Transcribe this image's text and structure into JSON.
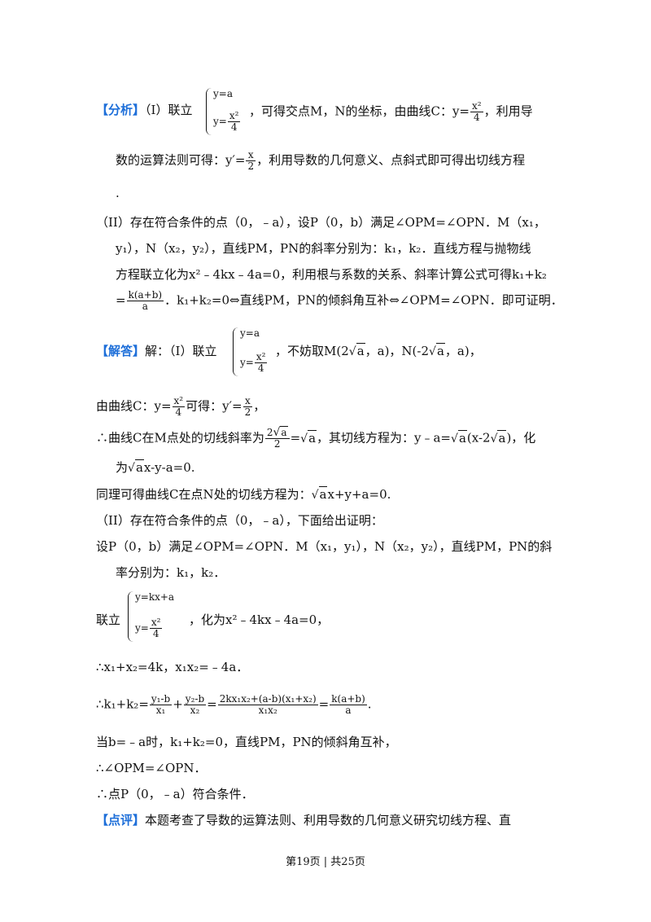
{
  "analysis": {
    "tag": "【分析】",
    "p1_a": "（I）联立",
    "sys_line1": "y=a",
    "sys_line2_pre": "y=",
    "x2": "x²",
    "four": "4",
    "p1_b": "，可得交点M，N的坐标，由曲线C：y=",
    "p1_c": "，利用导",
    "p2_a": "数的运算法则可得：y′=",
    "x": "x",
    "two": "2",
    "p2_b": "，利用导数的几何意义、点斜式即可得出切线方程",
    "p3": ".",
    "p4": "（II）存在符合条件的点（0，﹣a），设P（0，b）满足∠OPM=∠OPN．M（x₁，",
    "p5": "y₁），N（x₂，y₂），直线PM，PN的斜率分别为：k₁，k₂．直线方程与抛物线",
    "p6": "方程联立化为x²﹣4kx﹣4a=0，利用根与系数的关系、斜率计算公式可得k₁+k₂",
    "p7_pre": "=",
    "k_num": "k(a+b)",
    "a_den": "a",
    "p7_b": "．k₁+k₂=0⇔直线PM，PN的倾斜角互补⇔∠OPM=∠OPN．即可证明．"
  },
  "solution": {
    "tag": "【解答】",
    "s1_a": "解：（I）联立",
    "s1_b": "，不妨取M(2",
    "s1_c": "，a)，N(-2",
    "s1_d": "，a)，",
    "a": "a",
    "s2_a": "由曲线C：y=",
    "s2_b": "可得：y′=",
    "s2_c": "，",
    "s3_a": "∴曲线C在M点处的切线斜率为",
    "two_root": "2",
    "s3_b": "=",
    "s3_c": "，其切线方程为：y﹣a=",
    "s3_d": "(x-2",
    "s3_e": ")，化",
    "s4_a": "为",
    "s4_b": "x-y-a=0.",
    "s5_a": "同理可得曲线C在点N处的切线方程为：",
    "s5_b": "x+y+a=0.",
    "s6": "（II）存在符合条件的点（0，﹣a），下面给出证明：",
    "s7": "设P（0，b）满足∠OPM=∠OPN．M（x₁，y₁），N（x₂，y₂），直线PM，PN的斜",
    "s8": "率分别为：k₁，k₂．",
    "s9_a": "联立",
    "sys3_line1": "y=kx+a",
    "s9_b": "，化为x²﹣4kx﹣4a=0，",
    "s10": "∴x₁+x₂=4k，x₁x₂=﹣4a．",
    "s11_a": "∴k₁+k₂=",
    "f1_num": "y₁-b",
    "f1_den": "x₁",
    "plus": "+",
    "f2_num": "y₂-b",
    "f2_den": "x₂",
    "eq": "=",
    "f3_num": "2kx₁x₂+(a-b)(x₁+x₂)",
    "f3_den": "x₁x₂",
    "dot": ".",
    "s12": "当b=﹣a时，k₁+k₂=0，直线PM，PN的倾斜角互补，",
    "s13": "∴∠OPM=∠OPN．",
    "s14": "∴点P（0，﹣a）符合条件．"
  },
  "comment": {
    "tag": "【点评】",
    "text": "本题考查了导数的运算法则、利用导数的几何意义研究切线方程、直"
  },
  "footer": "第19页 | 共25页"
}
